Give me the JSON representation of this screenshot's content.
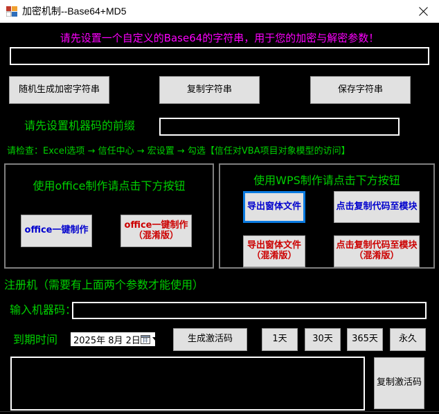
{
  "window": {
    "title": "加密机制--Base64+MD5",
    "icon": "app-squares-icon",
    "close_label": "✕"
  },
  "header": {
    "notice": "请先设置一个自定义的Base64的字符串，用于您的加密与解密参数！",
    "notice_color": "#ff00ff"
  },
  "base64": {
    "input_value": "",
    "input_placeholder": "",
    "buttons": [
      {
        "label": "随机生成加密字符串"
      },
      {
        "label": "复制字符串"
      },
      {
        "label": "保存字符串"
      }
    ]
  },
  "prefix": {
    "label": "请先设置机器码的前缀",
    "input_value": "",
    "input_placeholder": ""
  },
  "hint": {
    "text": "请检查：Excel选项 → 信任中心 → 宏设置 → 勾选【信任对VBA项目对象模型的访问】",
    "color": "#00d000"
  },
  "office_panel": {
    "title": "使用office制作请点击下方按钮",
    "buttons": [
      {
        "label": "office一键制作",
        "color": "#0000cd"
      },
      {
        "label": "office一键制作\n（混淆版）",
        "color": "#cc0000"
      }
    ]
  },
  "wps_panel": {
    "title": "使用WPS制作请点击下方按钮",
    "buttons": [
      {
        "label": "导出窗体文件",
        "color": "#0000cd",
        "focused": true
      },
      {
        "label": "点击复制代码至模块",
        "color": "#0000cd",
        "focused": false
      },
      {
        "label": "导出窗体文件\n（混淆版）",
        "color": "#cc0000",
        "focused": false
      },
      {
        "label": "点击复制代码至模块\n（混淆版）",
        "color": "#cc0000",
        "focused": false
      }
    ]
  },
  "keygen": {
    "section_title": "注册机（需要有上面两个参数才能使用）",
    "machine_code_label": "输入机器码：",
    "machine_code_value": "",
    "machine_code_placeholder": "",
    "expiry_label": "到期时间",
    "expiry_date": "2025年 8月 2日",
    "generate_label": "生成激活码",
    "duration_buttons": [
      {
        "label": "1天"
      },
      {
        "label": "30天"
      },
      {
        "label": "365天"
      },
      {
        "label": "永久"
      }
    ],
    "result_value": "",
    "result_placeholder": "",
    "copy_label": "复制激活码"
  },
  "colors": {
    "background": "#000000",
    "green": "#00d000",
    "magenta": "#ff00ff",
    "button_face": "#e1e1e1",
    "focus_blue": "#0a7ae0",
    "blue_text": "#0000cd",
    "red_text": "#cc0000"
  }
}
